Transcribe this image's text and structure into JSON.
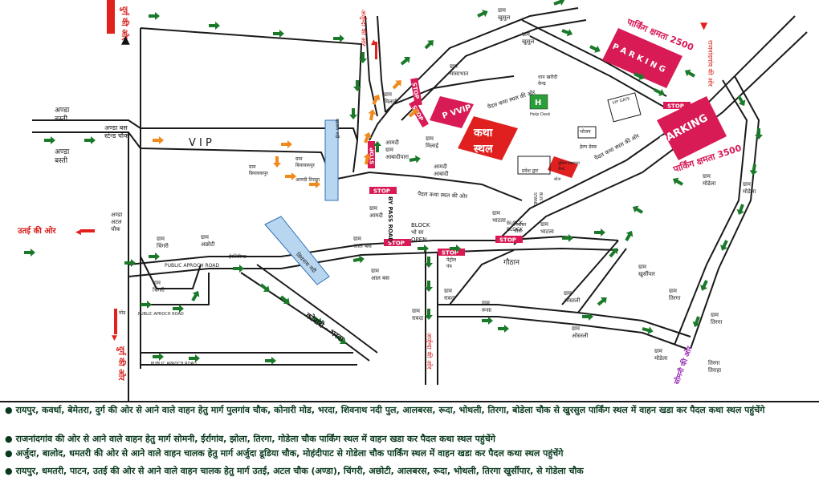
{
  "colors": {
    "road": "#1a1a1a",
    "arrow_green": "#1b7a2a",
    "arrow_orange": "#f08a1c",
    "arrow_red": "#e3211c",
    "arrow_black": "#111111",
    "arrow_purple": "#9b2fb5",
    "label_pink": "#d81a55",
    "block_red": "#e0201f",
    "direction_red": "#d6201b",
    "river_blue": "#2f6fb8",
    "note_text": "#0a3a1e"
  },
  "map": {
    "vip": "V I P",
    "places": {
      "anda_basti_top": "अण्डा\nबस्ती",
      "anda_bus_stand": "अण्डा बस\nस्टेन्ड चौक",
      "anda_basti_bottom": "अण्डा\nबस्ती",
      "anda_atal_chowk": "अण्डा\nअटल\nचौक",
      "gram_chingri": "ग्राम\nचिंगरी",
      "gram_achoti": "ग्राम\nअछोटी",
      "erisheet": "ईरशिरीमट",
      "gram_chingri_2": "ग्राम\nचिंगरी",
      "gram_binayakpur_1": "ग्राम\nबिनायकपुर",
      "gram_binayakpur_2": "ग्राम\nबिनायकपुर",
      "aamdi_tiraha": "आमदी तिराहा",
      "gram_milai_1": "ग्राम\nमिलाई",
      "aamdi_gram_aabadipara": "आमदी\nग्राम\nआबादीपारा",
      "gram_milai_2": "ग्राम\nमिलाई",
      "aamdi_aabadi": "आमदी\nआबादी",
      "gram_aamdi": "ग्राम\nआमदी",
      "gram_aal_bas_1": "ग्राम\nआल बस",
      "gram_aal_bas_2": "ग्राम\nआल बस",
      "gram_rawda_1": "ग्राम\nरावदा",
      "gram_rawda_2": "ग्राम\nरावदा",
      "gram_rusa": "ग्राम\nरूसा",
      "gram_khusul_1": "ग्राम\nखुसुल",
      "gram_khusul_2": "ग्राम\nखुसुल",
      "gram_masabhat": "ग्राम\nमासाभात",
      "dhan_kharidi_kendra": "धान खरीदी\nकेन्द्र",
      "gram_ostali": "ग्राम\nओस्तली",
      "gram_ostali_2": "ग्राम\nओस्तली",
      "gram_khursipar": "ग्राम\nखुर्सीपार",
      "gram_tirga_1": "ग्राम\nतिरगा",
      "gram_tirga_2": "ग्राम\nतिरगा",
      "gram_modela_1": "ग्राम\nमोडेला",
      "gram_modela_2": "ग्राम\nमोडेला",
      "gram_bhatla_1": "ग्राम\nभाटला",
      "gram_bhatla_2": "ग्राम\nभाटला",
      "gram_modela_3": "ग्राम\nमोडेला",
      "gothan": "गौठान",
      "petrol_pump": "पेट्रोल\nपंप",
      "tirga_tiraha": "तिरगा\nतिराहा",
      "mod": "मोड",
      "konari_bhatla": "कोनारी - भरदा",
      "bypass_road": "BY PASS ROAD",
      "public_road_1": "PUBLIC APROCH ROAD",
      "public_road_2": "PUBLIC APROCH ROAD",
      "public_road_3": "PUBLIC APROCH ROAD",
      "block_open": "BLOCK\nभो सा\nOPEN",
      "block_right": "BLOCK\nBLOCK",
      "shivnath_river": "शिवनाथ नदी",
      "chhattisgarh_label": "खारून नदी",
      "pedal_path_1": "पैदल कथा स्थल की ओर",
      "pedal_path_2": "पैदल कथा स्थल की ओर",
      "pedal_path_3": "पैदल कथा स्थल की ओर",
      "bhojan": "भोजन",
      "help_desk": "हेल्प डेस्क",
      "help": "Help Desk",
      "pravesh_dwar": "प्रवेश द्वार",
      "police_sahayata": "पुलिस सहायता\nकेन्द्र",
      "stage": "स्टेज",
      "bus_stand_small": "BUS\nSTAND",
      "nikas": "निकास\nचौक",
      "vip_gate": "VIP GATE"
    },
    "parking": {
      "right_label": "PARKING",
      "right_capacity": "पार्किंग क्षमता 3500",
      "top_label": "P A R K I N G",
      "top_capacity": "पार्किंग क्षमता 2500",
      "vip_label": "P\nVVIP"
    },
    "katha_sthal": "कथा\nस्थल",
    "stop": "STOP",
    "directions": {
      "durg_top": "दुर्ग की ओर",
      "arjunda_top": "अर्जुन्दा की ओर",
      "utai": "उतई की ओर",
      "durg_left": "दुर्ग की ओर",
      "arjunda_bottom": "अर्जुन्दा की ओर",
      "somni": "सोमनी की ओर",
      "rajnandgaon": "राजनांदगांव की ओर"
    }
  },
  "notes": [
    "रायपुर, कवर्धा, बेमेतरा, दुर्ग की ओर से आने वाले वाहन  हेतु मार्ग पुलगांव चौक, कोनारी मोड, भरदा, शिवनाथ नदी पुल, आलबरस, रूदा, भोथली, तिरगा, बोडेला चौक से खुरसुल पार्किंग स्थल में वाहन खडा कर पैदल कथा  स्थल पहुंचेंगे",
    "राजनांदगांव की ओर से आने वाले वाहन हेतु मार्ग सोमनी, ईर्रागांव, झोला, तिरगा, गोडेला चौक पार्किंग  स्थल  में वाहन खडा कर पैदल कथा  स्थल  पहुंचेंगे",
    "अर्जुदा, बालोद, धमतरी की ओर से आने वाले वाहन चालक हेतु मार्ग अर्जुदा डूडिया चौक, मोहंदीपाट से गोडेला चौक पार्किंग  स्थल   में वाहन खडा कर पैदल कथा  स्थल पहुंचेंगे",
    "रायपुर, धमतरी, पाटन, उतई की ओर से आने वाले वाहन चालक  हेतु मार्ग उतई, अटल चौक (अण्डा), चिंगरी, अछोटी, आलबरस, रूदा, भोथली, तिरगा खुर्सीपार, से गोडेला चौक"
  ]
}
